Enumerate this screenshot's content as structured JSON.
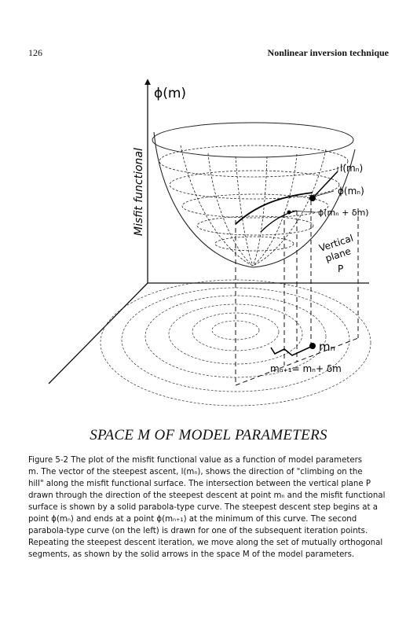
{
  "header": {
    "page_number": "126",
    "running_title": "Nonlinear inversion technique"
  },
  "figure": {
    "axis_label_phi": "ϕ(m)",
    "axis_label_misfit": "Misfit functional",
    "label_l_mn": "l(mₙ)",
    "label_phi_mn": "ϕ(mₙ)",
    "label_phi_mn_dm": "ϕ(mₙ + δm)",
    "label_vertical_plane": [
      "Vertical",
      "plane",
      "P"
    ],
    "label_mn": "mₙ",
    "label_mn1_equals": "mₙ₊₁= mₙ+ δm",
    "space_label": "SPACE M OF MODEL PARAMETERS"
  },
  "caption": {
    "lines": [
      "Figure 5-2  The plot of the misfit functional value as a function of model parameters",
      "m. The vector of the steepest ascent, l(mₙ), shows the direction of \"climbing on the",
      "hill\" along the misfit functional surface. The intersection between the vertical plane P",
      "drawn through the direction of the steepest descent at point mₙ and the misfit functional",
      "surface is shown by a solid parabola-type curve. The steepest descent step begins at a",
      "point ϕ(mₙ) and ends at a point ϕ(mₙ₊₁) at the minimum of this curve. The second",
      "parabola-type curve (on the left) is drawn for one of the subsequent iteration points.",
      "Repeating the steepest descent iteration, we move along the set of mutually orthogonal",
      "segments, as shown by the solid arrows in the space M of the model parameters."
    ]
  }
}
